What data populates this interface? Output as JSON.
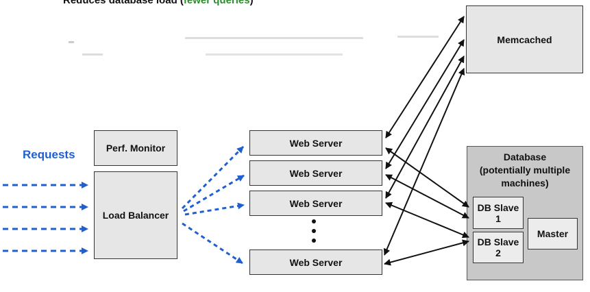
{
  "header": {
    "fragment_prefix": "Reduces database load (",
    "fragment_highlight": "fewer queries",
    "fragment_suffix": ")"
  },
  "requests_label": "Requests",
  "perf_monitor": "Perf. Monitor",
  "load_balancer": "Load Balancer",
  "web_servers": [
    "Web Server",
    "Web Server",
    "Web Server",
    "Web Server"
  ],
  "memcached": "Memcached",
  "database": {
    "title": "Database\n(potentially multiple\nmachines)",
    "slave1": "DB Slave 1",
    "slave2": "DB Slave 2",
    "master": "Master"
  },
  "colors": {
    "request_arrow": "#1f5fd0",
    "connector": "#111111",
    "box_fill": "#e6e6e6",
    "db_fill": "#c8c8c8",
    "highlight_green": "#2e8b2e"
  }
}
